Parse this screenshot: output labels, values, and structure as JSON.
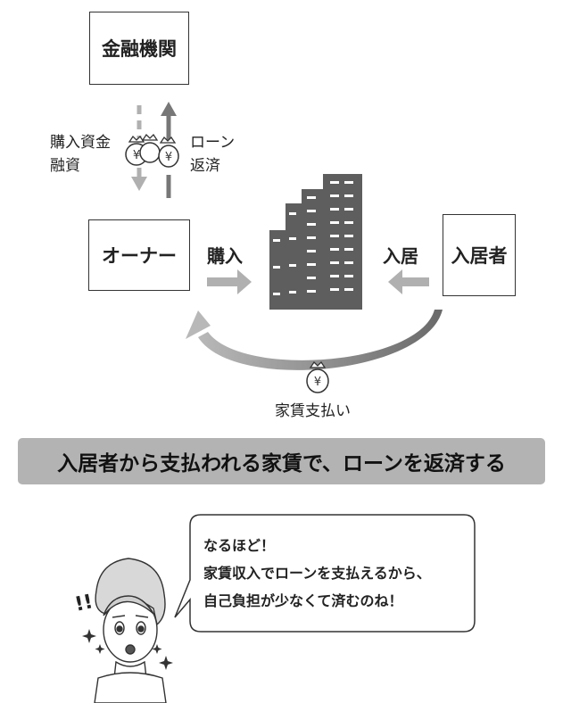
{
  "nodes": {
    "bank": "金融機関",
    "owner": "オーナー",
    "resident": "入居者"
  },
  "labels": {
    "loan_funds_line1": "購入資金",
    "loan_funds_line2": "融資",
    "repay_line1": "ローン",
    "repay_line2": "返済",
    "purchase": "購入",
    "move_in": "入居",
    "rent_payment": "家賃支払い"
  },
  "banner": "入居者から支払われる家賃で、ローンを返済する",
  "speech": {
    "line1": "なるほど！",
    "line2": "家賃収入でローンを支払えるから、",
    "line3": "自己負担が少なくて済むのね！"
  },
  "icons": {
    "money_bag": "¥",
    "exclaim": "!!"
  },
  "colors": {
    "banner_bg": "#b3b3b3",
    "building": "#5e5e5e",
    "arrow_light": "#b0b0b0",
    "arrow_dark": "#777777"
  }
}
